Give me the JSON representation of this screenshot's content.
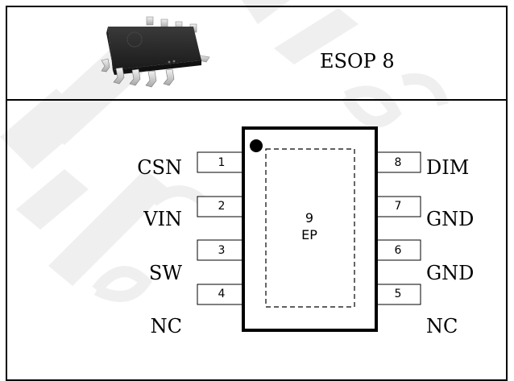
{
  "package": {
    "name": "ESOP 8",
    "pad": {
      "number": "9",
      "label": "EP"
    }
  },
  "pins_left": [
    {
      "num": "1",
      "name": "CSN"
    },
    {
      "num": "2",
      "name": "VIN"
    },
    {
      "num": "3",
      "name": "SW"
    },
    {
      "num": "4",
      "name": "NC"
    }
  ],
  "pins_right": [
    {
      "num": "8",
      "name": "DIM"
    },
    {
      "num": "7",
      "name": "GND"
    },
    {
      "num": "6",
      "name": "GND"
    },
    {
      "num": "5",
      "name": "NC"
    }
  ],
  "colors": {
    "ink": "#000000",
    "chip_body": "#2a2a2a",
    "watermark": "#e6e6e6"
  }
}
